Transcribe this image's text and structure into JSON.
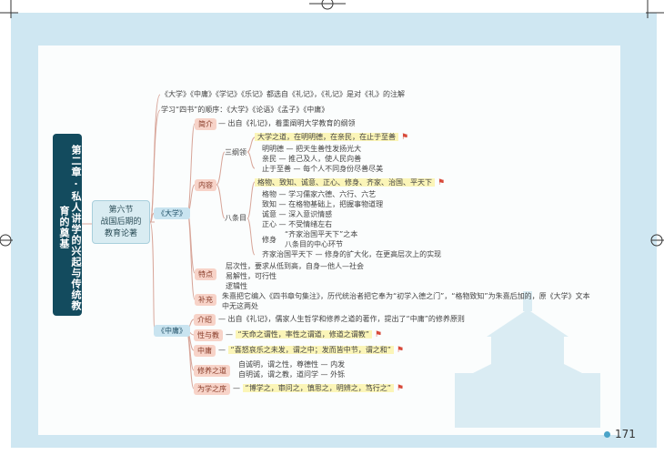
{
  "chapter_title": "第二章 · 私人讲学的兴起与传统教育的奠基",
  "section": {
    "number": "第六节",
    "line1": "战国后期的",
    "line2": "教育论著"
  },
  "top_notes": [
    "《大学》《中庸》《学记》《乐记》都选自《礼记》，《礼记》是对《礼》的注解",
    "学习“四书”的顺序：《大学》《论语》《孟子》《中庸》"
  ],
  "daxue": {
    "label": "《大学》",
    "intro_label": "简介",
    "intro_text": "出自《礼记》，着重阐明大学教育的纲领",
    "content_label": "内容",
    "sangang_label": "三纲领",
    "sangang_head": "大学之道，在明明德，在亲民，在止于至善",
    "sangang_items": [
      "明明德 — 把天生善性发扬光大",
      "亲民 — 推己及人，使人民向善",
      "止于至善 — 每个人不同身份尽善尽美"
    ],
    "batiaomu_label": "八条目",
    "batiaomu_head": "格物、致知、诚意、正心、修身、齐家、治国、平天下",
    "batiaomu_items": [
      "格物 — 学习儒家六德、六行、六艺",
      "致知 — 在格物基础上，把握事物道理",
      "诚意 — 深入意识情感",
      "正心 — 不受情绪左右"
    ],
    "xiushen_label": "修身",
    "xiushen_items": [
      "“齐家治国平天下”之本",
      "八条目的中心环节"
    ],
    "batiaomu_tail": "齐家治国平天下 — 修身的扩大化，在更高层次上的实现",
    "features_label": "特点",
    "features": [
      "层次性，要求从低到高，自身—他人—社会",
      "易解性，可行性",
      "逻辑性"
    ],
    "supplement_label": "补充",
    "supplement_line1": "朱熹把它编入《四书章句集注》，历代统治者把它奉为“初学入德之门”，“格物致知”为朱熹后加的，原《大学》文本",
    "supplement_line2": "中无这两处"
  },
  "zhongyong": {
    "label": "《中庸》",
    "intro_label": "介绍",
    "intro_text": "出自《礼记》，儒家人生哲学和修养之道的著作，提出了“中庸”的修养原则",
    "xingjiao_label": "性与教",
    "xingjiao_text": "“天命之谓性，率性之谓道，修道之谓教”",
    "zy_label": "中庸",
    "zy_text": "“喜怒哀乐之未发，谓之中；发而皆中节，谓之和”",
    "xiuyang_label": "修养之道",
    "xiuyang_items": [
      "自诚明，谓之性，尊德性 — 内发",
      "自明诚，谓之教，道问学 — 外铄"
    ],
    "xuewen_label": "为学之序",
    "xuewen_text": "“博学之，审问之，慎思之，明辨之，笃行之”"
  },
  "page_number": "171",
  "colors": {
    "chapter_bar": "#134b5e",
    "accent": "#4aa3c8",
    "flag": "#d84a3a"
  },
  "icons": [
    "flag-icon",
    "page-dot-icon",
    "skyline-illustration"
  ]
}
